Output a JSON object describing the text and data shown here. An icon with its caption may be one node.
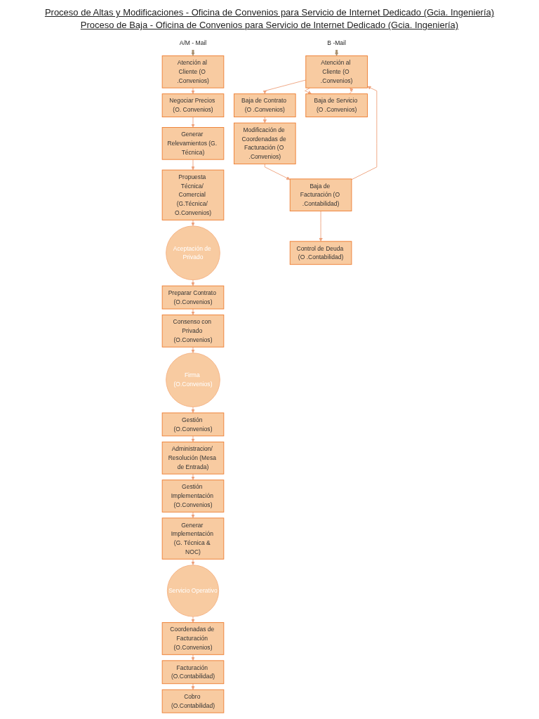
{
  "diagram": {
    "title": "Proceso de Altas y Modificaciones - Oficina de Convenios para Servicio de Internet Dedicado (Gcia. Ingeniería)",
    "nodes": [
      {
        "text": [
          "A/M - Mail"
        ]
      },
      {
        "text": [
          "Atención al Cliente (O .Convenios)"
        ]
      },
      {
        "text": [
          "Negociar Precios (O. Convenios)"
        ]
      },
      {
        "text": [
          "Generar Relevamientos (G. Técnica)"
        ]
      },
      {
        "text": [
          "Propuesta Técnica/ Comercial (G.Técnica/ O.Convenios)"
        ]
      },
      {
        "text": [
          "Aceptación de Privado"
        ]
      },
      {
        "text": [
          "Preparar Contrato (O.Convenios)"
        ]
      },
      {
        "text": [
          "Consenso con Privado (O.Convenios)"
        ]
      },
      {
        "text": [
          "Firma (O.Convenios)"
        ]
      },
      {
        "text": [
          "Gestión (O.Convenios)"
        ]
      },
      {
        "text": [
          "Administracion/ Resolución (Mesa de Entrada)"
        ]
      },
      {
        "text": [
          "Gestión Implementación (O.Convenios)"
        ]
      },
      {
        "text": [
          "Generar Implementación (G. Técnica & NOC)"
        ]
      },
      {
        "text": [
          "Servicio Operativo"
        ]
      },
      {
        "text": [
          "Coordenadas de Facturación (O.Convenios)"
        ]
      },
      {
        "text": [
          "Facturación (O.Contabilidad)"
        ]
      },
      {
        "text": [
          "Cobro (O.Contabilidad)"
        ]
      },
      {
        "text": [
          "B -Mail"
        ]
      },
      {
        "text": [
          "Atención al Cliente (O .Convenios)"
        ]
      },
      {
        "text": [
          "Baja de Contrato (O .Convenios)"
        ]
      },
      {
        "text": [
          "Baja de Servicio (O .Convenios)"
        ]
      },
      {
        "text": [
          "Modificación de Coordenadas de Facturación (O .Convenios)"
        ]
      },
      {
        "text": [
          "Baja de Facturación (O .Contabilidad)"
        ]
      },
      {
        "text": [
          "Control de Deuda (O .Contabilidad)"
        ]
      }
    ],
    "edges": [
      {
        "from": 0,
        "to": 1,
        "arrow": "to",
        "style": "thick",
        "color": "#a99273"
      },
      {
        "from": 1,
        "to": 2,
        "arrow": "to"
      },
      {
        "from": 2,
        "to": 3,
        "arrow": "to"
      },
      {
        "from": 3,
        "to": 4,
        "arrow": "to"
      },
      {
        "from": 4,
        "to": 5,
        "arrow": "to"
      },
      {
        "from": 5,
        "to": 6,
        "arrow": "to"
      },
      {
        "from": 6,
        "to": 7,
        "arrow": "to"
      },
      {
        "from": 7,
        "to": 8,
        "arrow": "to"
      },
      {
        "from": 8,
        "to": 9,
        "arrow": "to"
      },
      {
        "from": 9,
        "to": 10,
        "arrow": "to"
      },
      {
        "from": 10,
        "to": 11,
        "arrow": "to"
      },
      {
        "from": 11,
        "to": 12,
        "arrow": "to"
      },
      {
        "from": 12,
        "to": 13,
        "arrow": "to"
      },
      {
        "from": 13,
        "to": 14,
        "arrow": "to"
      },
      {
        "from": 14,
        "to": 15,
        "arrow": "to"
      },
      {
        "from": 15,
        "to": 16,
        "arrow": "to"
      },
      {
        "from": 17,
        "to": 18,
        "arrow": "to",
        "style": "thick",
        "color": "#a99273"
      },
      {
        "from": 18,
        "to": 19,
        "arrow": "to"
      },
      {
        "from": 18,
        "to": 20,
        "arrow": "to"
      },
      {
        "from": 19,
        "to": 21,
        "arrow": "to"
      },
      {
        "from": 21,
        "to": 22,
        "arrow": "to"
      },
      {
        "from": 22,
        "to": 23,
        "arrow": "to"
      },
      {
        "from": 20,
        "to": 18,
        "arrow": "to"
      },
      {
        "from": 22,
        "to": 18,
        "arrow": "to"
      }
    ],
    "labels": [
      "Proceso de Baja - Oficina de Convenios para Servicio de Internet Dedicado (Gcia. Ingeniería)"
    ]
  }
}
